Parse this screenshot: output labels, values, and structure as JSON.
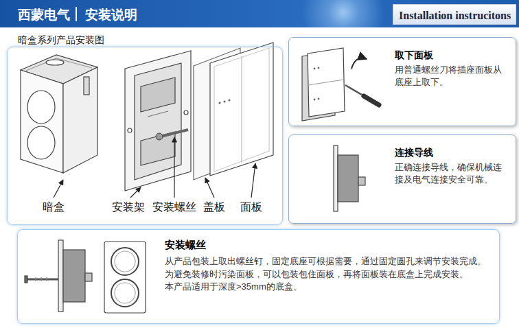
{
  "diagram": {
    "nodes": [
      {
        "text": [
          "西蒙电气",
          "安装说明"
        ]
      },
      {
        "text": [
          "Installation instrucitons"
        ],
        "in": 0
      },
      {
        "text": [
          "暗盒系列产品安装图"
        ]
      },
      {
        "text": [
          "取下面板",
          "用普通螺丝刀将插座面板从底座上取下。"
        ]
      },
      {
        "text": [
          "连接导线",
          "正确连接导线，确保机械连接及电气连接安全可靠。"
        ]
      },
      {
        "text": [
          "安装螺丝",
          "从产品包装上取出螺丝钉，固定底座可根据需要，通过固定圆孔来调节安装完成。",
          "为避免装修时污染面板，可以包装包住面板，再将面板装在底盒上完成安装。",
          "本产品适用于深度>35mm的底盒。"
        ]
      }
    ],
    "labels": [
      "暗盒",
      "安装架",
      "安装螺丝",
      "盖板",
      "面板"
    ]
  }
}
